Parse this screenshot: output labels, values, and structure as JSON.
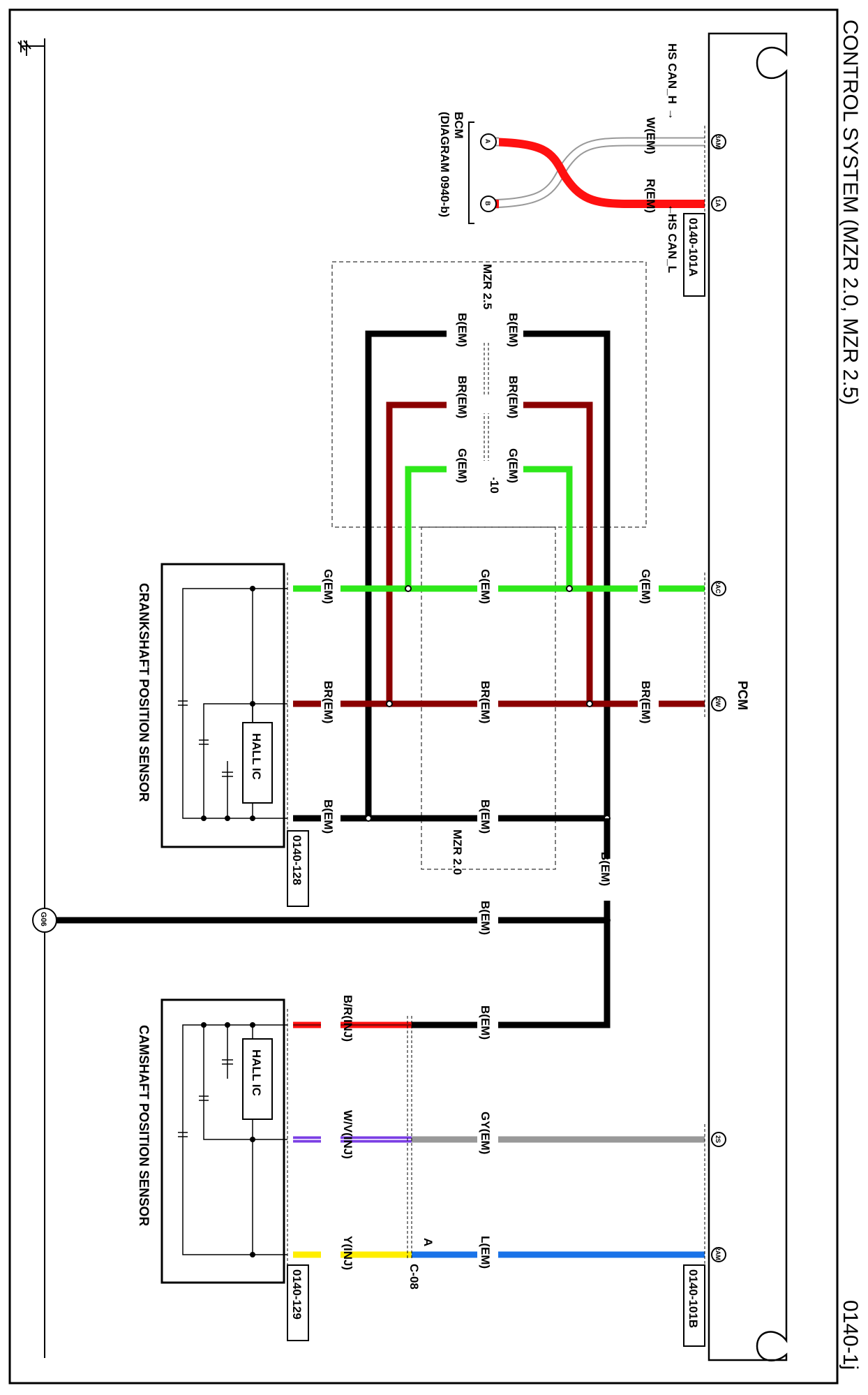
{
  "page": {
    "title": "CONTROL SYSTEM (MZR 2.0, MZR 2.5)",
    "page_number": "0140-1j"
  },
  "pcm": {
    "label": "PCM"
  },
  "can": {
    "hs_can_h": "HS CAN_H",
    "hs_can_l": "HS CAN_L",
    "wire_w": "W(EM)",
    "wire_r": "R(EM)",
    "pin_3am": "3AM",
    "pin_1a": "1A",
    "connector": "0140-101A",
    "bcm_label": "BCM",
    "bcm_ref": "(DIAGRAM 0940-b)",
    "bcm_pin_a": "A",
    "bcm_pin_b": "B"
  },
  "mzr25": {
    "label": "MZR 2.5",
    "connector": "C-10",
    "wires": [
      "B(EM)",
      "BR(EM)",
      "G(EM)"
    ]
  },
  "mzr20": {
    "label": "MZR 2.0"
  },
  "crank": {
    "label": "CRANKSHAFT POSITION SENSOR",
    "connector": "0140-128",
    "hall": "HALL IC",
    "pin_g": "2AC",
    "pin_br": "2W",
    "wire_g": "G(EM)",
    "wire_br": "BR(EM)",
    "wire_b": "B(EM)"
  },
  "ground": {
    "id": "G06",
    "wire": "B(EM)"
  },
  "cam": {
    "label": "CAMSHAFT POSITION SENSOR",
    "connector": "0140-129",
    "pcm_connector": "0140-101B",
    "hall": "HALL IC",
    "joint_connector": "C-08",
    "joint_pin": "A",
    "pin_gy": "2S",
    "pin_l": "2AM",
    "wire_br": "B/R(INJ)",
    "wire_wv": "W/V(INJ)",
    "wire_y": "Y(INJ)",
    "wire_b_em": "B(EM)",
    "wire_gy": "GY(EM)",
    "wire_l": "L(EM)"
  },
  "colors": {
    "green": "#2ee81a",
    "brown": "#8b0000",
    "black": "#000000",
    "red": "#ff1010",
    "gray": "#999999",
    "violet": "#7b3fe4",
    "yellow": "#ffee00",
    "blue": "#1a73e8"
  }
}
